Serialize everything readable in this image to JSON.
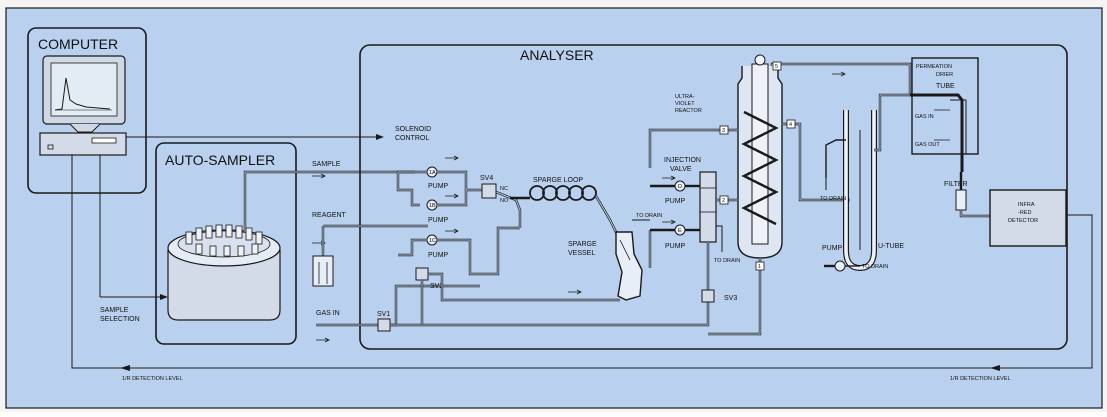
{
  "colors": {
    "background": "#b9d0ee",
    "box_fill": "#b9d0ee",
    "line": "#1a1a1a",
    "monitor_screen": "#d9e4f2",
    "liquid": "#e8eef7"
  },
  "labels": {
    "computer": "COMPUTER",
    "analyser": "ANALYSER",
    "auto_sampler": "AUTO-SAMPLER",
    "solenoid_control_1": "SOLENOID",
    "solenoid_control_2": "CONTROL",
    "sample": "SAMPLE",
    "reagent": "REAGENT",
    "gas_in": "GAS IN",
    "sample_selection_1": "SAMPLE",
    "sample_selection_2": "SELECTION",
    "sparge_loop": "SPARGE LOOP",
    "sparge_vessel_1": "SPARGE",
    "sparge_vessel_2": "VESSEL",
    "injection_valve_1": "INJECTION",
    "injection_valve_2": "VALVE",
    "uv_reactor_1": "ULTRA-",
    "uv_reactor_2": "VIOLET",
    "uv_reactor_3": "REACTOR",
    "permeation_1": "PERMEATION",
    "permeation_2": "DRIER",
    "permeation_3": "TUBE",
    "ir_detector_1": "INFRA",
    "ir_detector_2": "-RED",
    "ir_detector_3": "DETECTOR",
    "u_tube": "U-TUBE",
    "filter": "FILTER",
    "pump": "PUMP",
    "sv1": "SV1",
    "sv2": "SV2",
    "sv3": "SV3",
    "sv4": "SV4",
    "detection_left": "1/R DETECTION LEVEL",
    "detection_right": "1/R DETECTION LEVEL",
    "to_drain": "TO DRAIN",
    "no": "NO",
    "nc": "NC",
    "gas_in_small": "GAS IN",
    "gas_out_small": "GAS OUT",
    "pump_1a": "1A",
    "pump_1b": "1B",
    "pump_1c": "1C",
    "pump_d": "D",
    "pump_e": "E",
    "node_1": "1",
    "node_2": "2",
    "node_3": "3",
    "node_4": "4",
    "node_5": "5"
  }
}
